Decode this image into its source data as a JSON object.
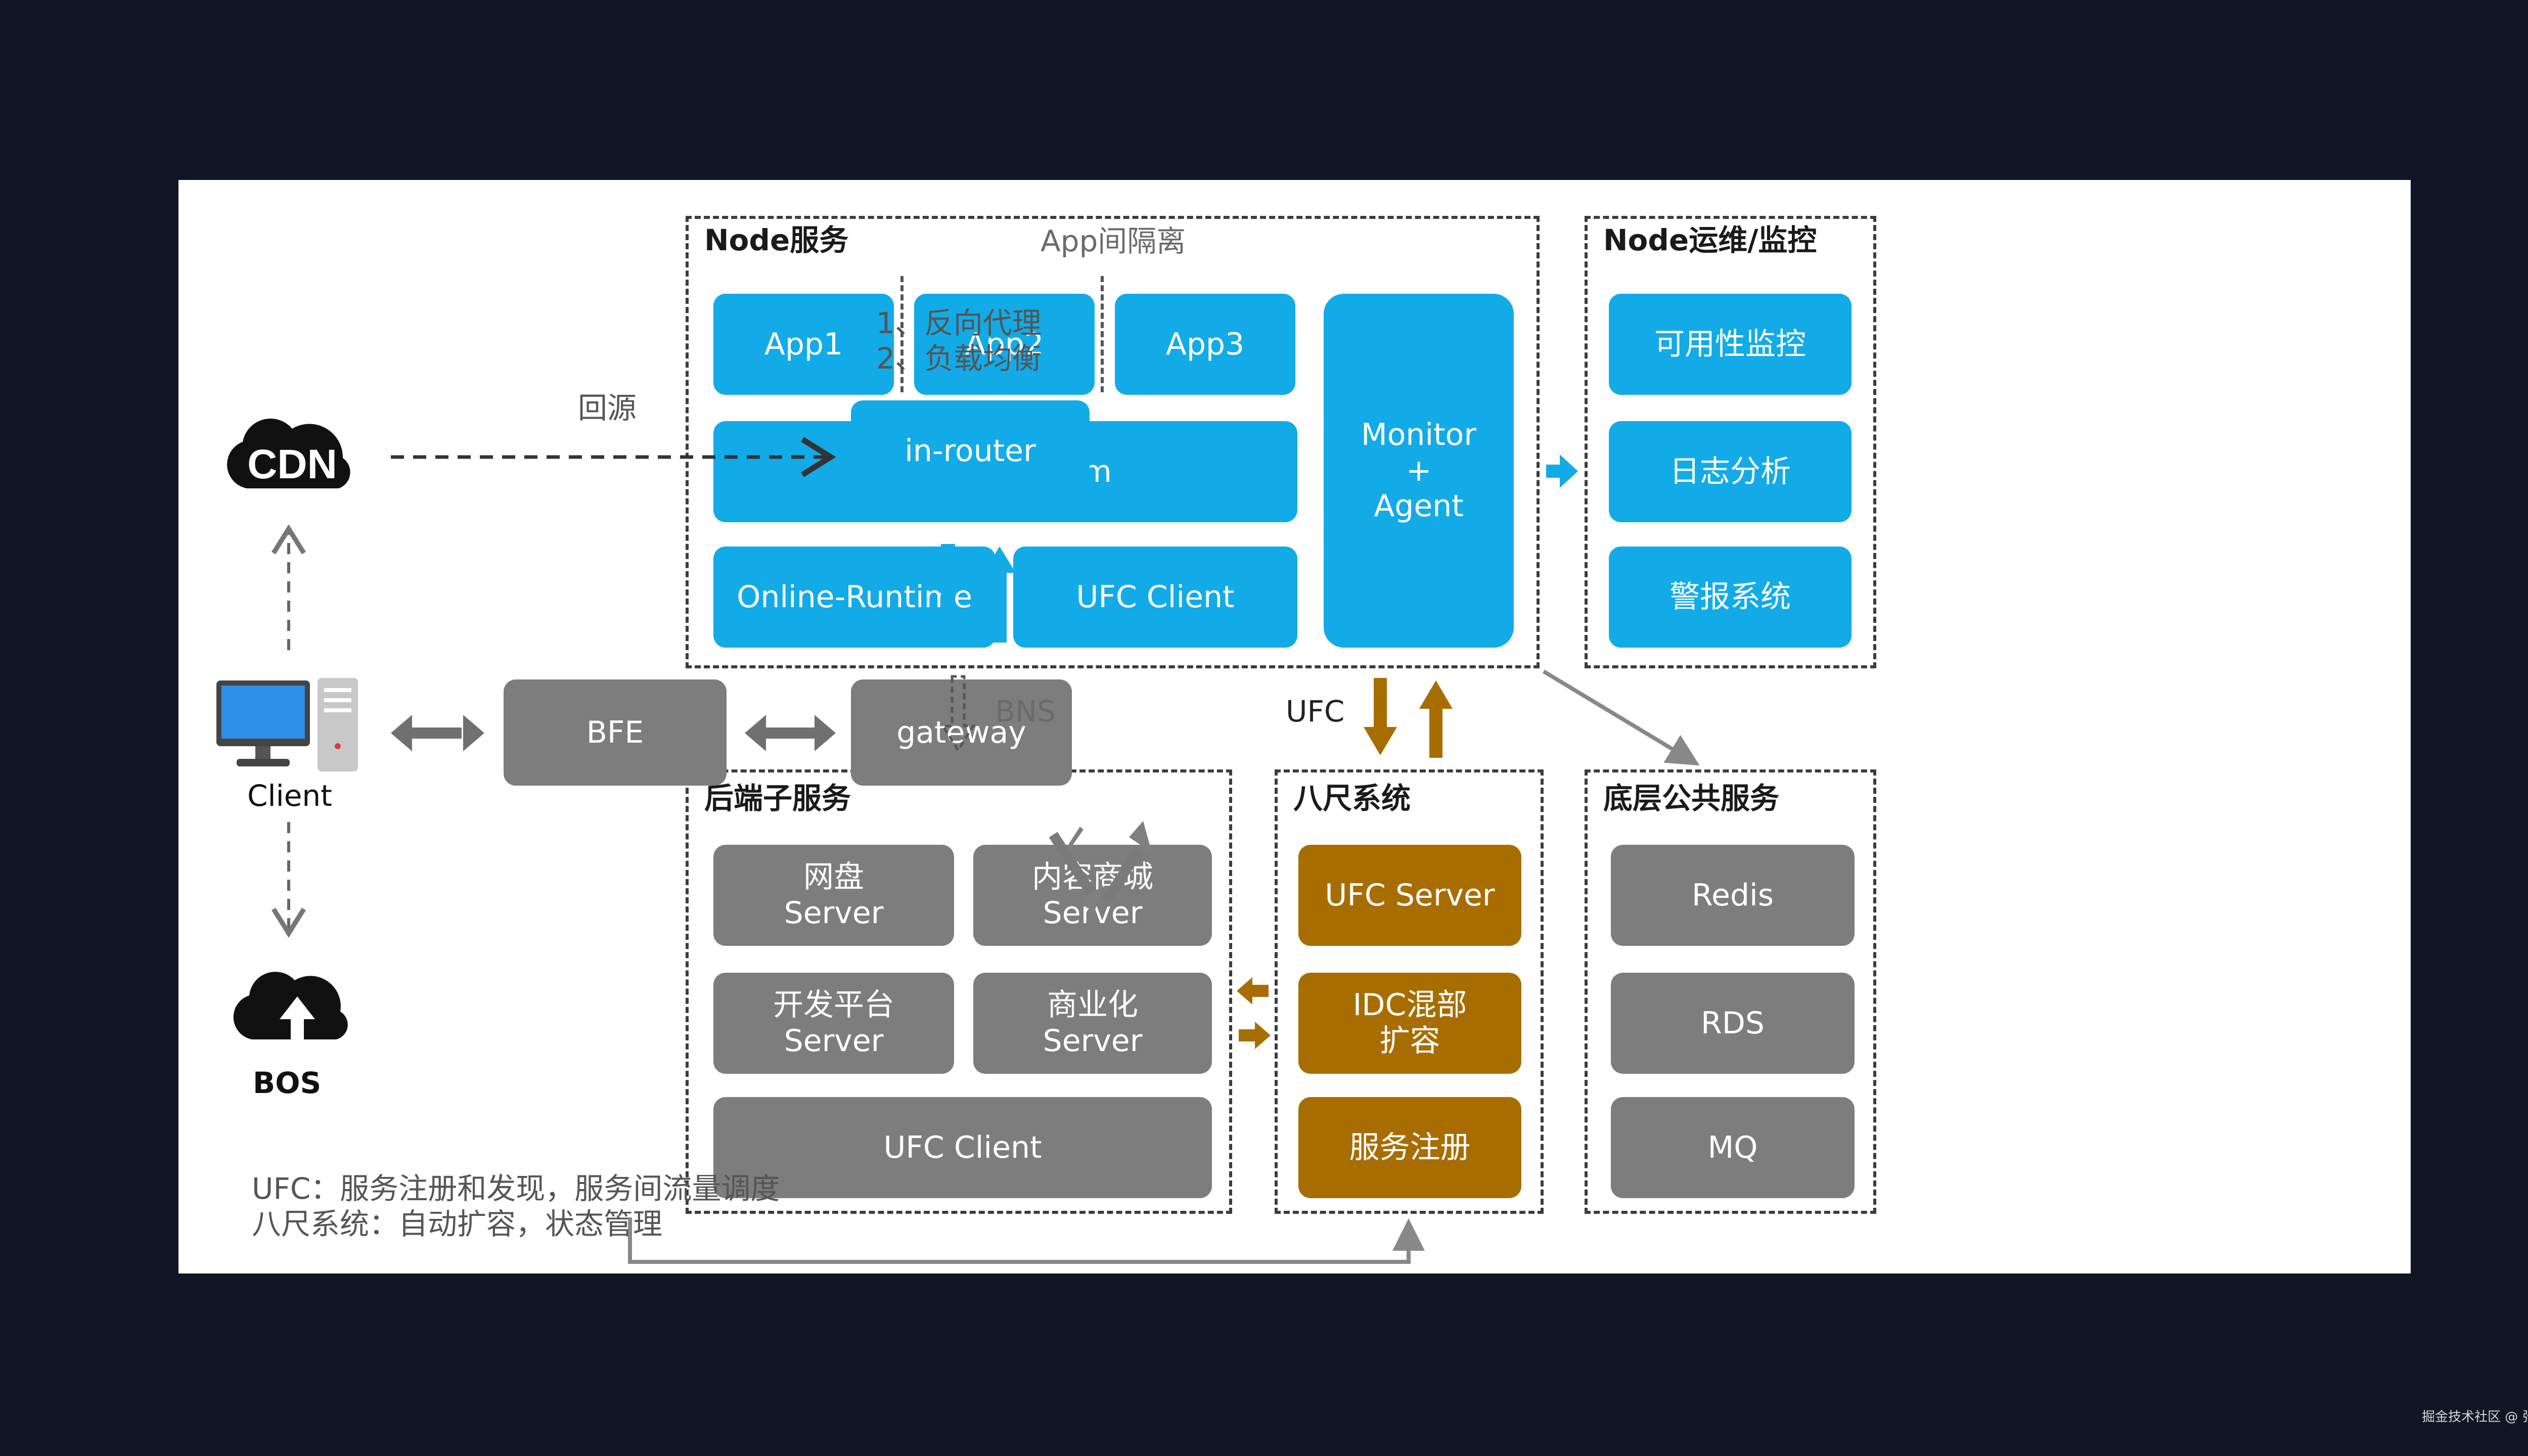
{
  "regions": {
    "node_service": "Node服务",
    "app_isolation": "App间隔离",
    "node_ops": "Node运维/监控",
    "backend": "后端子服务",
    "bachi": "八尺系统",
    "base": "底层公共服务"
  },
  "left": {
    "cdn": "CDN",
    "client": "Client",
    "bos": "BOS",
    "huiyuan": "回源",
    "router_note_1": "1、反向代理",
    "router_note_2": "2、负载均衡",
    "in_router": "in-router",
    "bfe": "BFE",
    "gateway": "gateway"
  },
  "node": {
    "app1": "App1",
    "app2": "App2",
    "app3": "App3",
    "apps_platform": "Apps Platform",
    "online_runtime": "Online-Runtime",
    "ufc_client": "UFC Client",
    "monitor": "Monitor\n+\nAgent"
  },
  "ops": {
    "availability": "可用性监控",
    "log_analysis": "日志分析",
    "alarm": "警报系统"
  },
  "connectors": {
    "bns": "BNS",
    "ufc": "UFC"
  },
  "backend": {
    "wangpan": "网盘\nServer",
    "content_mall": "内容商城\nServer",
    "dev_platform": "开发平台\nServer",
    "commercial": "商业化\nServer",
    "ufc_client": "UFC Client"
  },
  "bachi": {
    "ufc_server": "UFC Server",
    "idc": "IDC混部\n扩容",
    "registry": "服务注册"
  },
  "base": {
    "redis": "Redis",
    "rds": "RDS",
    "mq": "MQ"
  },
  "notes": {
    "line1": "UFC：服务注册和发现，服务间流量调度",
    "line2": "八尺系统：自动扩容，状态管理"
  },
  "watermark": "掘金技术社区 @ 张亚涛",
  "colors": {
    "blue": "#12abe8",
    "gray": "#7d7d7d",
    "brown": "#a86d00"
  }
}
